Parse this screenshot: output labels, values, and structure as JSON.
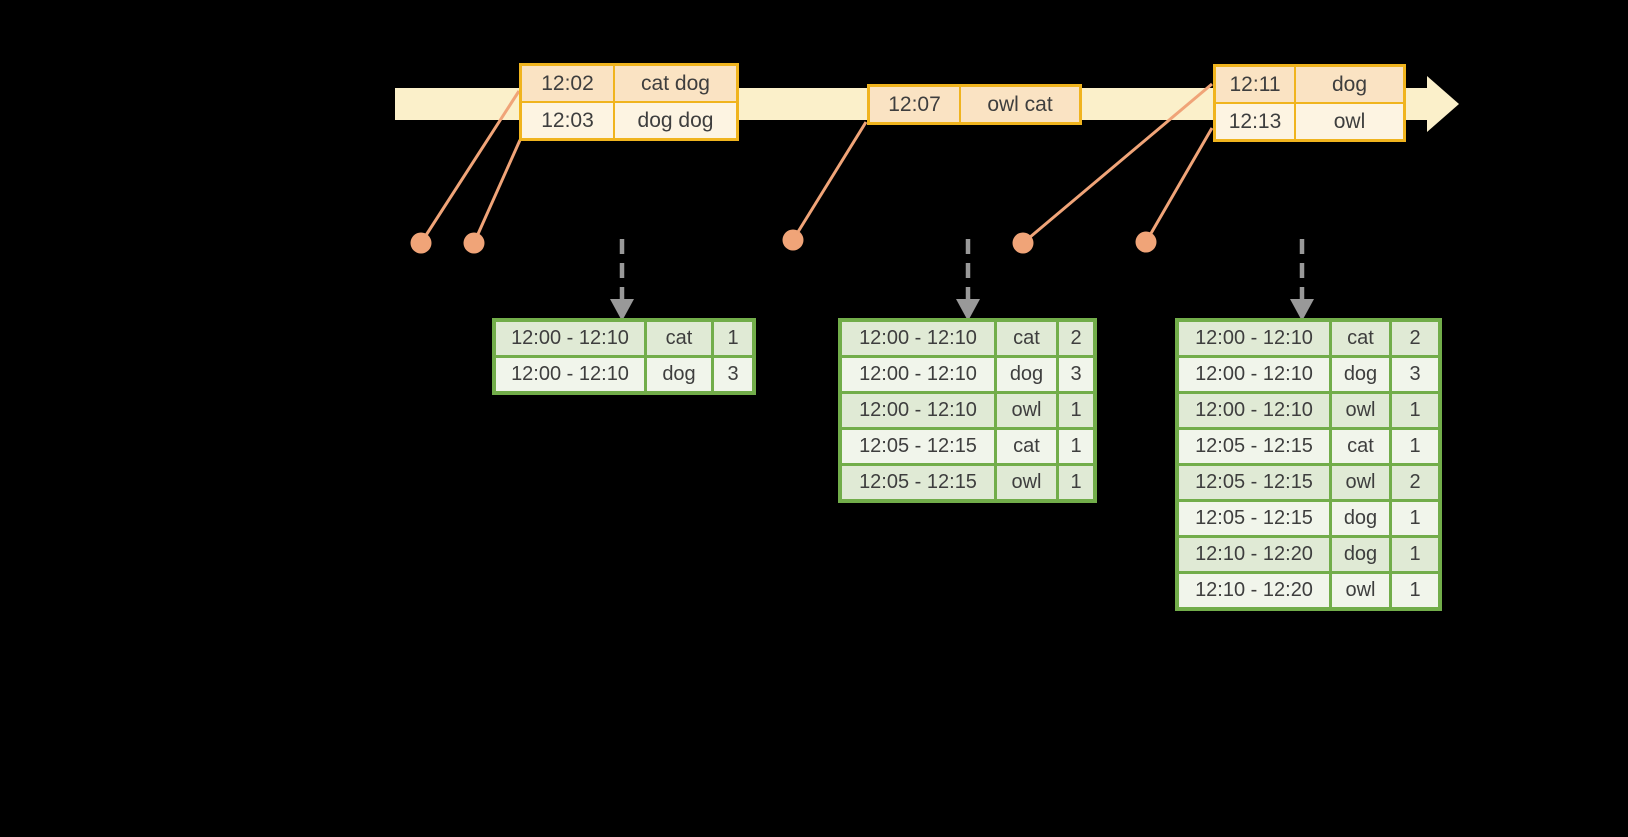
{
  "page": {
    "background": "#000000"
  },
  "palette": {
    "timeline_band": "#FBF0CA",
    "orange_border": "#F0B41E",
    "orange_cell_dark": "#FAE3C3",
    "orange_cell_light": "#FDF4E2",
    "salmon_marker": "#F0A478",
    "green_border": "#72AD4A",
    "green_cell_dark": "#E0EAD5",
    "green_cell_light": "#F1F5EB",
    "arrow_gray": "#999999",
    "text": "#3E3E3E"
  },
  "icons": {
    "timeline_arrowhead": "right-arrow",
    "event_dot": "filled-circle",
    "trigger_arrow": "dashed-down-arrow"
  },
  "event_tables": [
    {
      "rows": [
        [
          "12:02",
          "cat dog"
        ],
        [
          "12:03",
          "dog dog"
        ]
      ]
    },
    {
      "rows": [
        [
          "12:07",
          "owl cat"
        ]
      ]
    },
    {
      "rows": [
        [
          "12:11",
          "dog"
        ],
        [
          "12:13",
          "owl"
        ]
      ]
    }
  ],
  "result_tables": [
    {
      "rows": [
        [
          "12:00 - 12:10",
          "cat",
          "1"
        ],
        [
          "12:00 - 12:10",
          "dog",
          "3"
        ]
      ]
    },
    {
      "rows": [
        [
          "12:00 - 12:10",
          "cat",
          "2"
        ],
        [
          "12:00 - 12:10",
          "dog",
          "3"
        ],
        [
          "12:00 - 12:10",
          "owl",
          "1"
        ],
        [
          "12:05 - 12:15",
          "cat",
          "1"
        ],
        [
          "12:05 - 12:15",
          "owl",
          "1"
        ]
      ]
    },
    {
      "rows": [
        [
          "12:00 - 12:10",
          "cat",
          "2"
        ],
        [
          "12:00 - 12:10",
          "dog",
          "3"
        ],
        [
          "12:00 - 12:10",
          "owl",
          "1"
        ],
        [
          "12:05 - 12:15",
          "cat",
          "1"
        ],
        [
          "12:05 - 12:15",
          "owl",
          "2"
        ],
        [
          "12:05 - 12:15",
          "dog",
          "1"
        ],
        [
          "12:10 - 12:20",
          "dog",
          "1"
        ],
        [
          "12:10 - 12:20",
          "owl",
          "1"
        ]
      ]
    }
  ]
}
